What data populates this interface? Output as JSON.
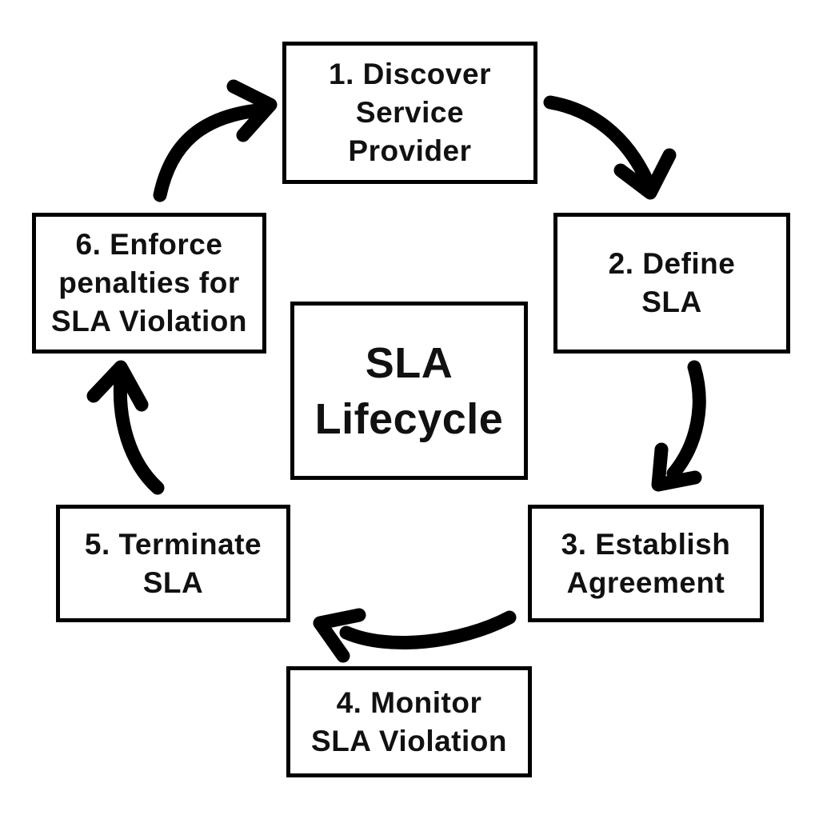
{
  "diagram": {
    "title": "SLA Lifecycle",
    "center_label": "SLA\nLifecycle",
    "steps": [
      {
        "id": 1,
        "label": "1. Discover\nService\nProvider"
      },
      {
        "id": 2,
        "label": "2. Define\nSLA"
      },
      {
        "id": 3,
        "label": "3. Establish\nAgreement"
      },
      {
        "id": 4,
        "label": "4. Monitor\nSLA Violation"
      },
      {
        "id": 5,
        "label": "5. Terminate\nSLA"
      },
      {
        "id": 6,
        "label": "6. Enforce\npenalties for\nSLA Violation"
      }
    ],
    "arrows": [
      {
        "from": 1,
        "to": 2
      },
      {
        "from": 2,
        "to": 3
      },
      {
        "from": 3,
        "to": 5
      },
      {
        "from": 5,
        "to": 6
      },
      {
        "from": 6,
        "to": 1
      }
    ],
    "colors": {
      "background": "#ffffff",
      "box_fill": "#ffffff",
      "box_border": "#000000",
      "text": "#111111",
      "arrow": "#000000"
    }
  }
}
